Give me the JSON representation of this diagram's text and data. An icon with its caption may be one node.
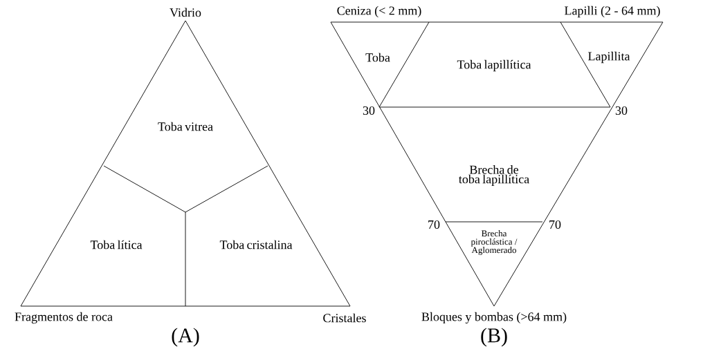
{
  "diagram": {
    "labels": [
      "Vidrio",
      "Ceniza (< 2 mm)",
      "Lapilli (2 - 64 mm)",
      "Toba",
      "Toba lapillítica",
      "Lapillita",
      "Toba vitrea",
      "30",
      "30",
      "Brecha de toba lapillítica",
      "Toba lítica",
      "Toba cristalina",
      "70",
      "70",
      "Brecha piroclástica / Aglomerado",
      "Fragmentos de roca",
      "Cristales",
      "Bloques y bombas (>64 mm)",
      "(A)",
      "(B)"
    ]
  }
}
